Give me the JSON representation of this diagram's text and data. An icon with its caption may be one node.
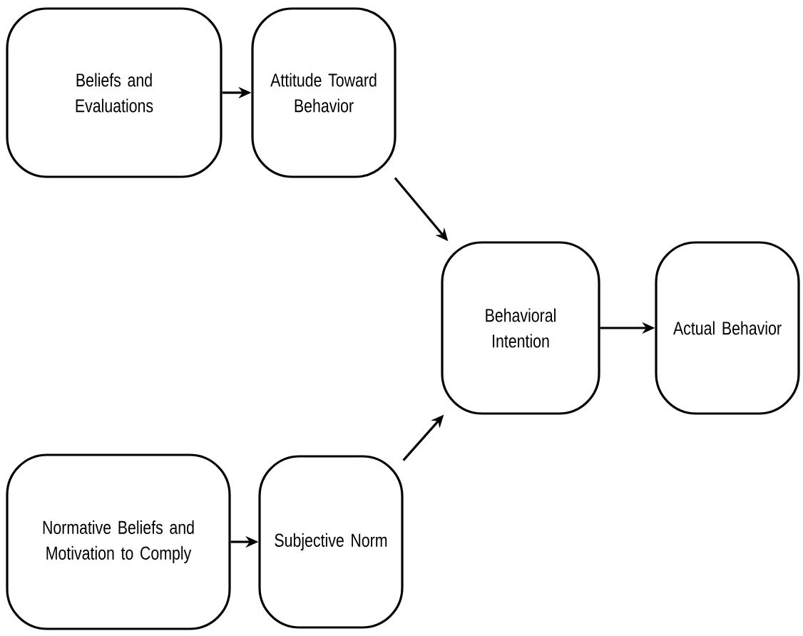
{
  "diagram": {
    "nodes": [
      {
        "text": [
          "Beliefs and Evaluations"
        ]
      },
      {
        "text": [
          "Attitude Toward Behavior"
        ]
      },
      {
        "text": [
          "Behavioral Intention"
        ]
      },
      {
        "text": [
          "Actual Behavior"
        ]
      },
      {
        "text": [
          "Normative Beliefs and Motivation to Comply"
        ]
      },
      {
        "text": [
          "Subjective Norm"
        ]
      }
    ],
    "edges": [
      {
        "from": 0,
        "to": 1,
        "arrow": "to"
      },
      {
        "from": 1,
        "to": 2,
        "arrow": "to"
      },
      {
        "from": 4,
        "to": 5,
        "arrow": "to"
      },
      {
        "from": 5,
        "to": 2,
        "arrow": "to"
      },
      {
        "from": 2,
        "to": 3,
        "arrow": "to"
      }
    ]
  }
}
